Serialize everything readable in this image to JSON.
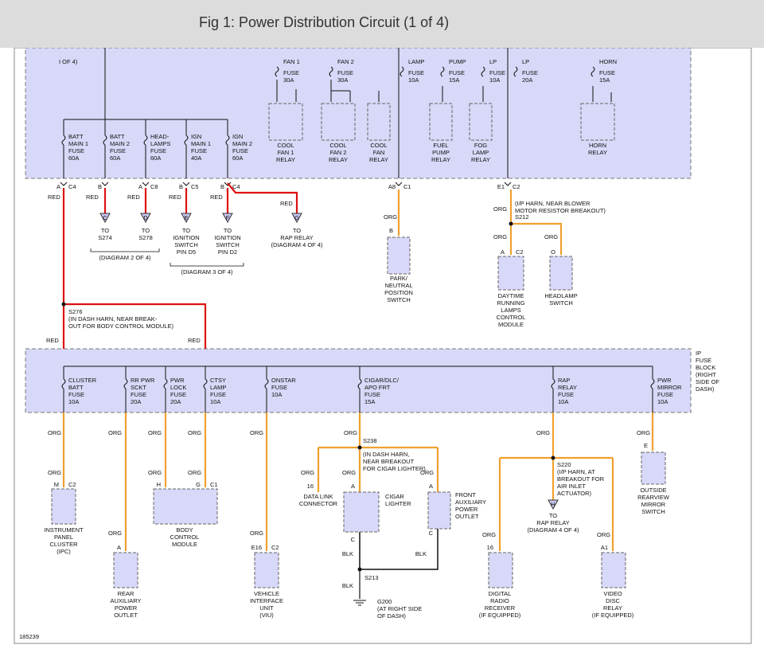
{
  "title": "Fig 1: Power Distribution Circuit (1 of 4)",
  "figure_number": "185239",
  "colors": {
    "red": "#dd1111",
    "org": "#f0a030",
    "blk": "#111111",
    "block_fill": "#d8d8f8"
  },
  "top_block": {
    "partial_label": "I OF 4)",
    "partial_top_labels": [
      "FAN 1",
      "FAN 2",
      "LAMP",
      "PUMP",
      "LP",
      "LP",
      "HORN"
    ],
    "fuses_top": [
      {
        "lines": [
          "FUSE",
          "30A"
        ]
      },
      {
        "lines": [
          "FUSE",
          "30A"
        ]
      },
      {
        "lines": [
          "FUSE",
          "10A"
        ]
      },
      {
        "lines": [
          "FUSE",
          "15A"
        ]
      },
      {
        "lines": [
          "FUSE",
          "10A"
        ]
      },
      {
        "lines": [
          "FUSE",
          "20A"
        ]
      },
      {
        "lines": [
          "FUSE",
          "15A"
        ]
      }
    ],
    "relays": [
      {
        "lines": [
          "COOL",
          "FAN 1",
          "RELAY"
        ]
      },
      {
        "lines": [
          "COOL",
          "FAN 2",
          "RELAY"
        ]
      },
      {
        "lines": [
          "COOL",
          "FAN",
          "RELAY"
        ]
      },
      {
        "lines": [
          "FUEL",
          "PUMP",
          "RELAY"
        ]
      },
      {
        "lines": [
          "FOG",
          "LAMP",
          "RELAY"
        ]
      },
      {
        "lines": [
          "HORN",
          "RELAY"
        ]
      }
    ],
    "main_fuses": [
      {
        "lines": [
          "BATT",
          "MAIN 1",
          "FUSE",
          "60A"
        ]
      },
      {
        "lines": [
          "BATT",
          "MAIN 2",
          "FUSE",
          "60A"
        ]
      },
      {
        "lines": [
          "HEAD-",
          "LAMPS",
          "FUSE",
          "60A"
        ]
      },
      {
        "lines": [
          "IGN",
          "MAIN 1",
          "FUSE",
          "40A"
        ]
      },
      {
        "lines": [
          "IGN",
          "MAIN 2",
          "FUSE",
          "60A"
        ]
      }
    ]
  },
  "pins_top": [
    {
      "pin": "A",
      "conn": "C4"
    },
    {
      "pin": "B",
      "conn": ""
    },
    {
      "pin": "A",
      "conn": "C8"
    },
    {
      "pin": "B",
      "conn": "C5"
    },
    {
      "pin": "B",
      "conn": "C4"
    },
    {
      "pin": "A8",
      "conn": "C1"
    },
    {
      "pin": "E1",
      "conn": "C2"
    }
  ],
  "wire_labels": {
    "red": "RED",
    "org": "ORG",
    "blk": "BLK"
  },
  "arrows_top": [
    {
      "letter": "C",
      "lines": [
        "TO",
        "S274"
      ]
    },
    {
      "letter": "D",
      "lines": [
        "TO",
        "S278"
      ]
    },
    {
      "letter": "E",
      "lines": [
        "TO",
        "IGNITION",
        "SWITCH",
        "PIN D5"
      ]
    },
    {
      "letter": "F",
      "lines": [
        "TO",
        "IGNITION",
        "SWITCH",
        "PIN D2"
      ]
    },
    {
      "letter": "G",
      "lines": [
        "TO",
        "RAP RELAY",
        "(DIAGRAM 4 OF 4)"
      ]
    }
  ],
  "diagram_refs": {
    "two": "(DIAGRAM 2 OF 4)",
    "three": "(DIAGRAM 3 OF 4)"
  },
  "park_neutral": {
    "pin": "B",
    "lines": [
      "PARK/",
      "NEUTRAL",
      "POSITION",
      "SWITCH"
    ]
  },
  "s212": {
    "note": [
      "(I/P HARN, NEAR BLOWER",
      "MOTOR RESISTOR BREAKOUT)"
    ],
    "splice": "S212"
  },
  "drl": {
    "pin": "A",
    "conn": "C2",
    "lines": [
      "DAYTIME",
      "RUNNING",
      "LAMPS",
      "CONTROL",
      "MODULE"
    ]
  },
  "headlamp_switch": {
    "pin": "O",
    "lines": [
      "HEADLAMP",
      "SWITCH"
    ]
  },
  "s276": {
    "splice": "S276",
    "note": [
      "(IN DASH HARN, NEAR BREAK-",
      "OUT FOR BODY CONTROL MODULE)"
    ]
  },
  "ip_block": {
    "side_label": [
      "IP",
      "FUSE",
      "BLOCK",
      "(RIGHT",
      "SIDE OF",
      "DASH)"
    ],
    "fuses": [
      {
        "lines": [
          "CLUSTER",
          "BATT",
          "FUSE",
          "10A"
        ]
      },
      {
        "lines": [
          "RR PWR",
          "SCKT",
          "FUSE",
          "20A"
        ]
      },
      {
        "lines": [
          "PWR",
          "LOCK",
          "FUSE",
          "20A"
        ]
      },
      {
        "lines": [
          "CTSY",
          "LAMP",
          "FUSE",
          "10A"
        ]
      },
      {
        "lines": [
          "ONSTAR",
          "FUSE",
          "10A"
        ]
      },
      {
        "lines": [
          "CIGAR/DLC/",
          "APO FRT",
          "FUSE",
          "15A"
        ]
      },
      {
        "lines": [
          "RAP",
          "RELAY",
          "FUSE",
          "10A"
        ]
      },
      {
        "lines": [
          "PWR",
          "MIRROR",
          "FUSE",
          "10A"
        ]
      }
    ]
  },
  "s238": {
    "splice": "S238",
    "note": [
      "(IN DASH HARN,",
      "NEAR BREAKOUT",
      "FOR CIGAR LIGHTER)"
    ]
  },
  "s220": {
    "splice": "S220",
    "note": [
      "(I/P HARN, AT",
      "BREAKOUT FOR",
      "AIR INLET",
      "ACTUATOR)"
    ]
  },
  "s213": {
    "splice": "S213"
  },
  "g200": {
    "lines": [
      "G200",
      "(AT RIGHT SIDE",
      "OF DASH)"
    ]
  },
  "arrow_h": {
    "letter": "H",
    "lines": [
      "TO",
      "RAP RELAY",
      "(DIAGRAM 4 OF 4)"
    ]
  },
  "components": {
    "ipc": {
      "pin": "M",
      "conn": "C2",
      "lines": [
        "INSTRUMENT",
        "PANEL",
        "CLUSTER",
        "(IPC)"
      ]
    },
    "bcm": {
      "pin1": "H",
      "pin2": "G",
      "conn": "C1",
      "lines": [
        "BODY",
        "CONTROL",
        "MODULE"
      ]
    },
    "rear_outlet": {
      "pin": "A",
      "lines": [
        "REAR",
        "AUXILIARY",
        "POWER",
        "OUTLET"
      ]
    },
    "viu": {
      "pin": "E16",
      "conn": "C2",
      "lines": [
        "VEHICLE",
        "INTERFACE",
        "UNIT",
        "(VIU)"
      ]
    },
    "dlc": {
      "pin": "16",
      "lines": [
        "DATA LINK",
        "CONNECTOR"
      ]
    },
    "cigar": {
      "pin_top": "A",
      "pin_bot": "C",
      "lines": [
        "CIGAR",
        "LIGHTER"
      ]
    },
    "front_outlet": {
      "pin_top": "A",
      "pin_bot": "C",
      "lines": [
        "FRONT",
        "AUXILIARY",
        "POWER",
        "OUTLET"
      ]
    },
    "radio": {
      "pin": "16",
      "lines": [
        "DIGITAL",
        "RADIO",
        "RECEIVER",
        "(IF EQUIPPED)"
      ]
    },
    "video": {
      "pin": "A1",
      "lines": [
        "VIDEO",
        "DISC",
        "RELAY",
        "(IF EQUIPPED)"
      ]
    },
    "mirror": {
      "pin": "E",
      "lines": [
        "OUTSIDE",
        "REARVIEW",
        "MIRROR",
        "SWITCH"
      ]
    }
  }
}
